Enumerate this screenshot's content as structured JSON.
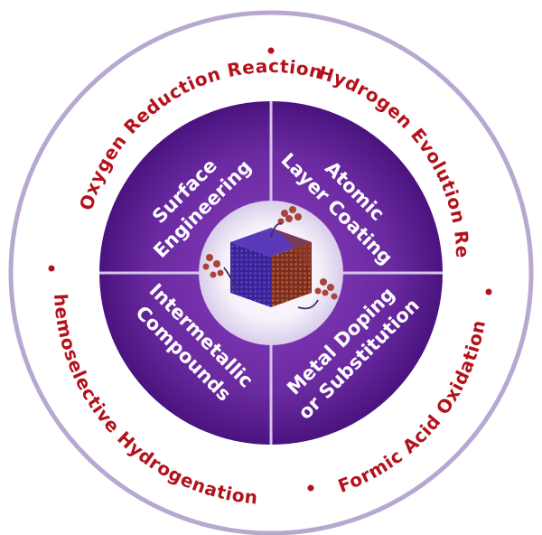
{
  "outer_ring": {
    "labels": [
      "Oxygen Reduction Reaction",
      "Hydrogen Evolution Reaction",
      "Formic Acid Oxidation",
      "Chemoselective Hydrogenation"
    ]
  },
  "quadrants": {
    "top_left": [
      "Surface",
      "Engineering"
    ],
    "top_right": [
      "Atomic",
      "Layer Coating"
    ],
    "bottom_left": [
      "Intermetallic",
      "Compounds"
    ],
    "bottom_right": [
      "Metal Doping",
      "or Substitution"
    ]
  },
  "colors": {
    "ring_text": "#b3121b",
    "purple": "#6a2aa0",
    "purple_dark": "#4a137f",
    "cube_blue": "#3a2296",
    "cube_brown": "#7a2e1e",
    "atom": "#a8443a"
  },
  "icons": [
    "nanocrystal-cube-icon",
    "metal-atom-cluster-icon"
  ]
}
